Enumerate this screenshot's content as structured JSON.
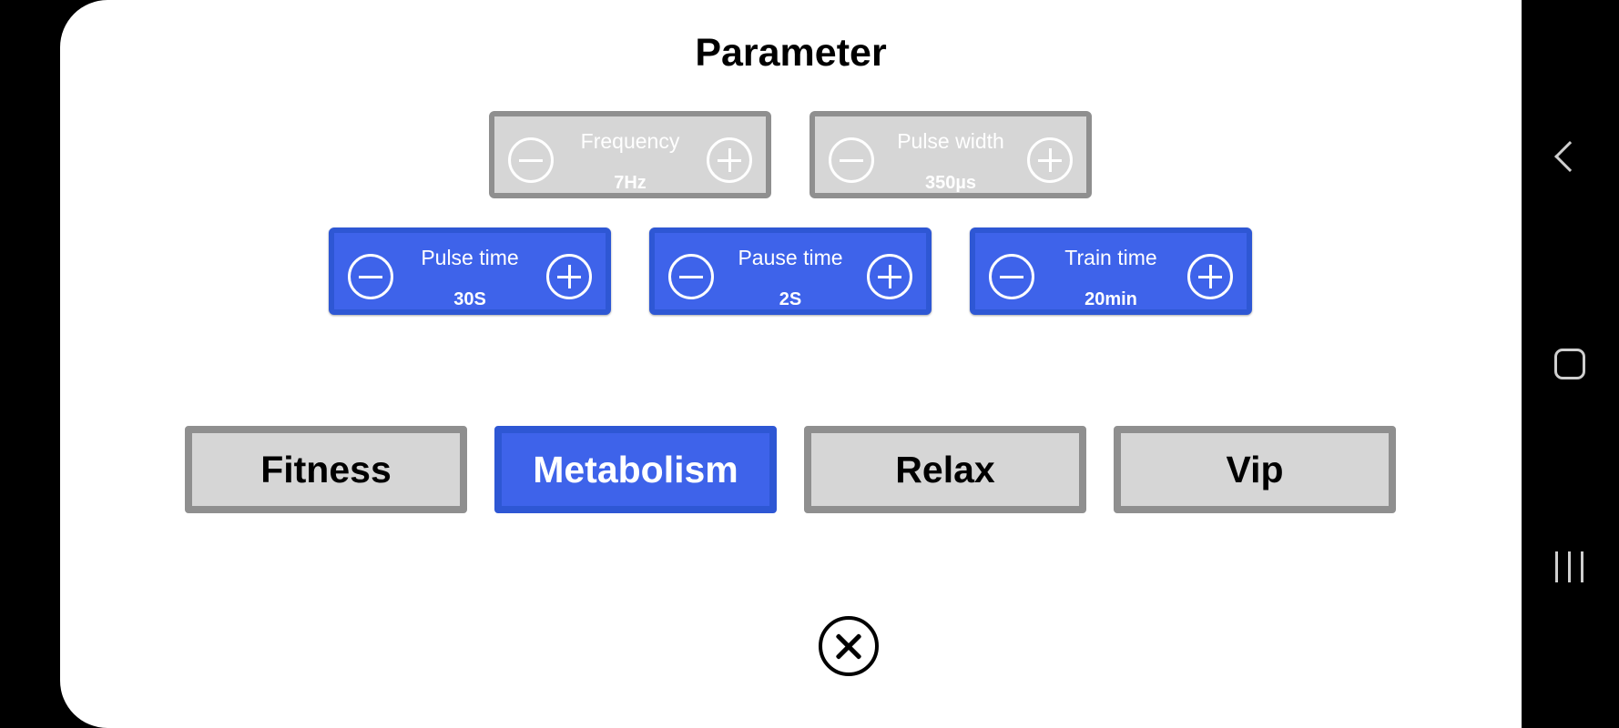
{
  "dialog": {
    "title": "Parameter"
  },
  "parameters": [
    {
      "label": "Frequency",
      "value": "7Hz",
      "enabled": false
    },
    {
      "label": "Pulse width",
      "value": "350µs",
      "enabled": false
    },
    {
      "label": "Pulse time",
      "value": "30S",
      "enabled": true
    },
    {
      "label": "Pause time",
      "value": "2S",
      "enabled": true
    },
    {
      "label": "Train time",
      "value": "20min",
      "enabled": true
    }
  ],
  "modes": [
    {
      "label": "Fitness",
      "selected": false
    },
    {
      "label": "Metabolism",
      "selected": true
    },
    {
      "label": "Relax",
      "selected": false
    },
    {
      "label": "Vip",
      "selected": false
    }
  ],
  "icons": {
    "decrement": "minus-circle-icon",
    "increment": "plus-circle-icon",
    "close": "close-circle-icon",
    "nav_back": "chevron-left-icon",
    "nav_home": "home-square-icon",
    "nav_recents": "recents-bars-icon"
  },
  "colors": {
    "accent": "#3e63ea",
    "inactive": "#d6d6d6",
    "inactive_border": "#8f8f8f",
    "background": "#ffffff",
    "nav_bar": "#000000"
  }
}
